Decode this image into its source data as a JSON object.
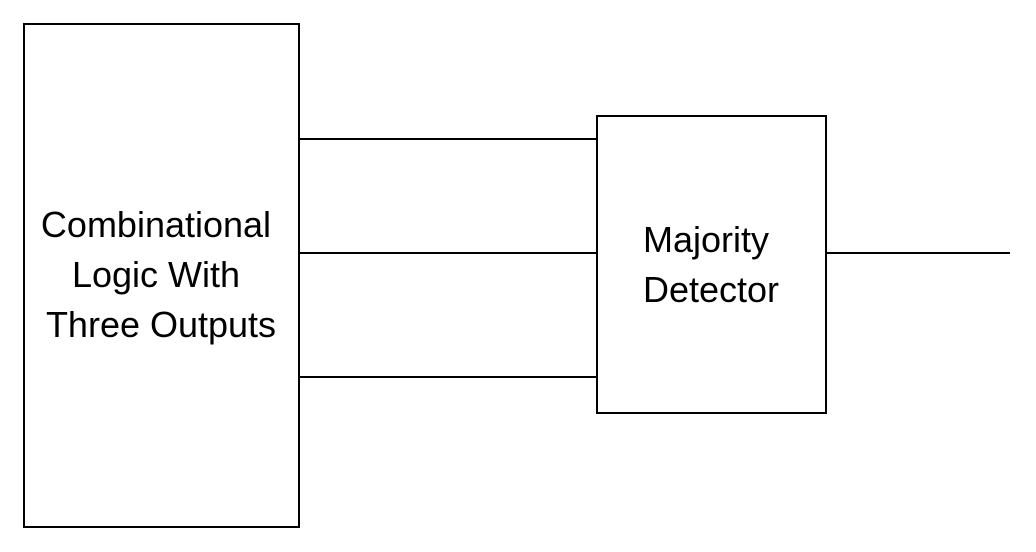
{
  "diagram": {
    "left_block": {
      "lines": [
        "Combinational",
        "Logic With",
        "Three Outputs"
      ]
    },
    "right_block": {
      "lines": [
        "Majority",
        "Detector"
      ]
    }
  }
}
